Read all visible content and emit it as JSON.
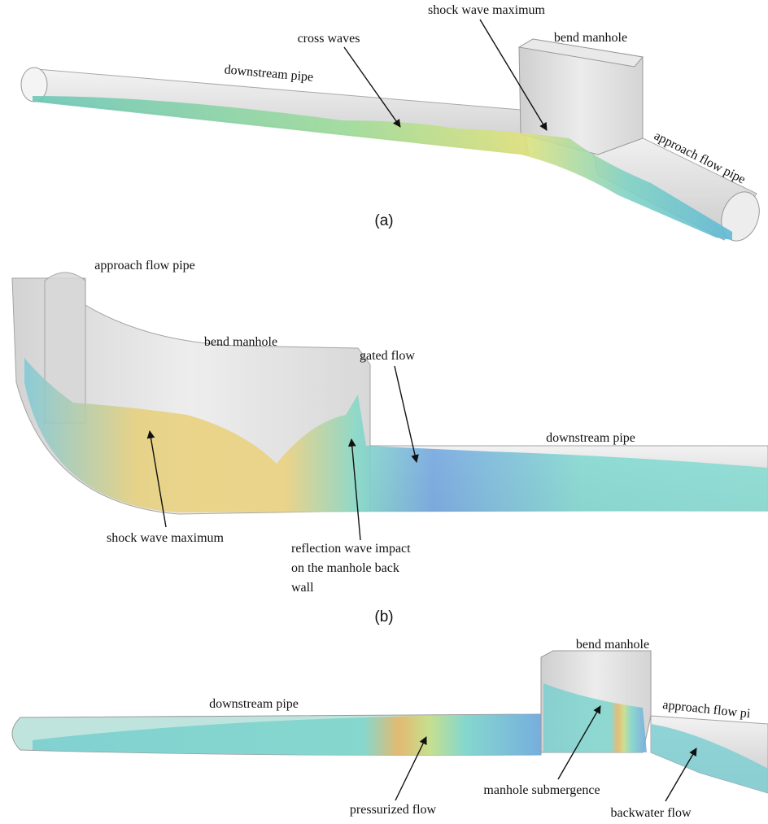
{
  "panels": {
    "a": {
      "tag": "(a)",
      "labels": {
        "shock_wave_maximum": "shock wave maximum",
        "cross_waves": "cross waves",
        "bend_manhole": "bend manhole",
        "downstream_pipe": "downstream pipe",
        "approach_flow_pipe": "approach flow pipe"
      }
    },
    "b": {
      "tag": "(b)",
      "labels": {
        "approach_flow_pipe": "approach flow pipe",
        "bend_manhole": "bend manhole",
        "gated_flow": "gated flow",
        "downstream_pipe": "downstream pipe",
        "shock_wave_maximum": "shock wave maximum",
        "reflection_line1": "reflection wave impact",
        "reflection_line2": "on the manhole back",
        "reflection_line3": "wall"
      }
    },
    "c": {
      "labels": {
        "bend_manhole": "bend manhole",
        "downstream_pipe": "downstream pipe",
        "approach_flow_pipe": "approach flow pi",
        "pressurized_flow": "pressurized flow",
        "manhole_submergence": "manhole submergence",
        "backwater_flow": "backwater flow"
      }
    }
  },
  "colors": {
    "pipe_gray": "#dcdcdc",
    "water_cyan": "#7fd6cf",
    "water_blue": "#6fa8dc",
    "water_yellow": "#e8e07a",
    "water_orange": "#e3b06a"
  }
}
